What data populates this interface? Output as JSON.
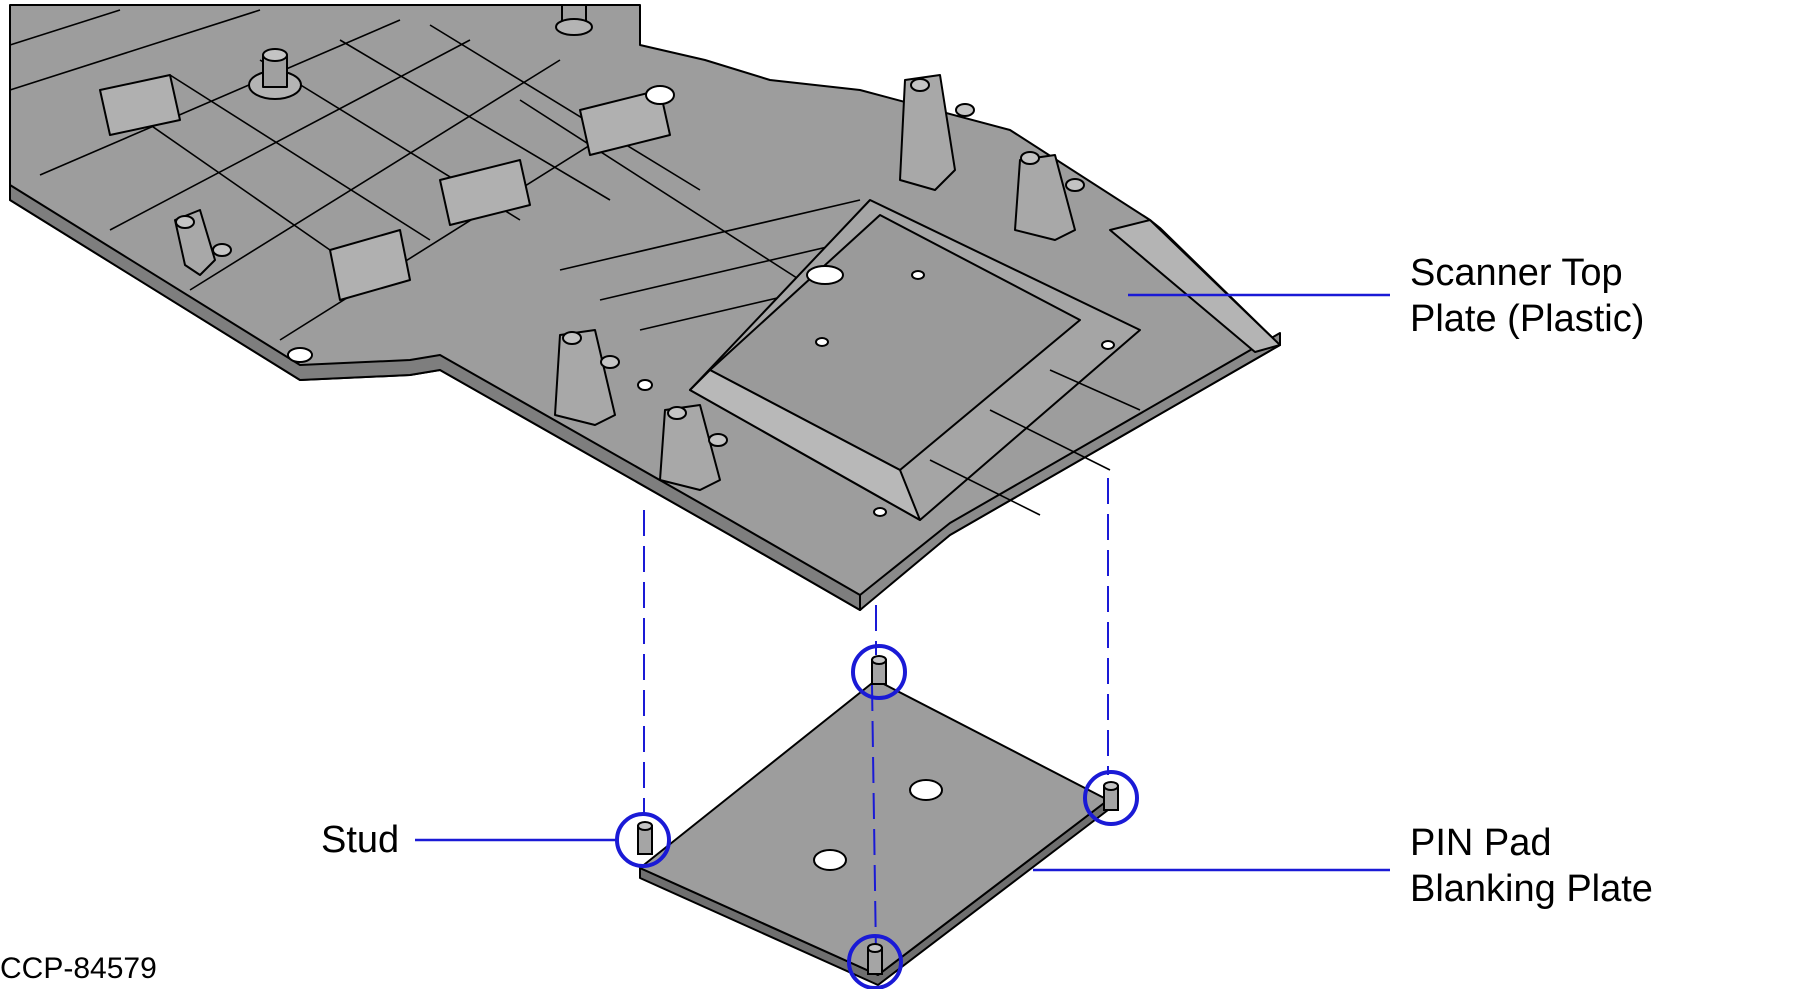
{
  "figure_id": "CCP-84579",
  "callouts": {
    "scanner_top_plate": {
      "line1": "Scanner Top",
      "line2": "Plate (Plastic)"
    },
    "pin_pad_blanking_plate": {
      "line1": "PIN Pad",
      "line2": "Blanking Plate"
    },
    "stud": "Stud"
  },
  "colors": {
    "part_fill": "#9d9d9d",
    "part_fill_dark": "#8a8a8a",
    "part_fill_light": "#b4b4b4",
    "outline": "#000000",
    "leader_line": "#1a1ad6",
    "background": "#ffffff"
  }
}
